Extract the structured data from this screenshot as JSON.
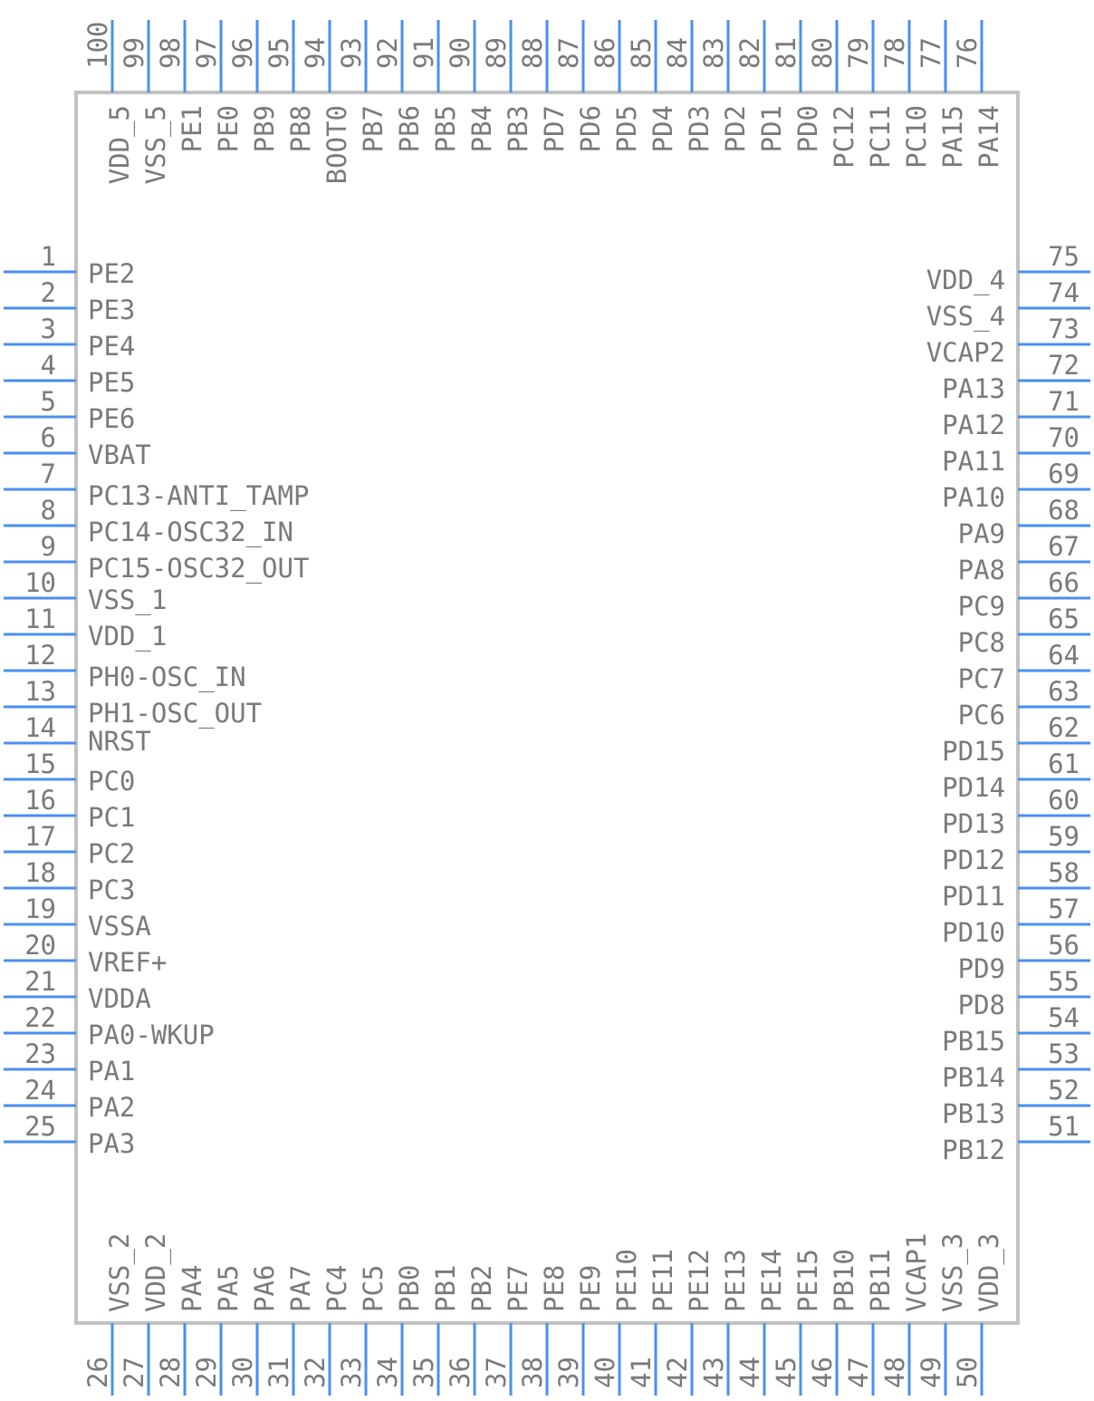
{
  "diagram": {
    "type": "ic-pinout",
    "left_pins": [
      {
        "number": "1",
        "name": "PE2"
      },
      {
        "number": "2",
        "name": "PE3"
      },
      {
        "number": "3",
        "name": "PE4"
      },
      {
        "number": "4",
        "name": "PE5"
      },
      {
        "number": "5",
        "name": "PE6"
      },
      {
        "number": "6",
        "name": "VBAT"
      },
      {
        "number": "7",
        "name": "PC13-ANTI_TAMP"
      },
      {
        "number": "8",
        "name": "PC14-OSC32_IN"
      },
      {
        "number": "9",
        "name": "PC15-OSC32_OUT"
      },
      {
        "number": "10",
        "name": "VSS_1"
      },
      {
        "number": "11",
        "name": "VDD_1"
      },
      {
        "number": "12",
        "name": "PH0-OSC_IN"
      },
      {
        "number": "13",
        "name": "PH1-OSC_OUT"
      },
      {
        "number": "14",
        "name": "NRST"
      },
      {
        "number": "15",
        "name": "PC0"
      },
      {
        "number": "16",
        "name": "PC1"
      },
      {
        "number": "17",
        "name": "PC2"
      },
      {
        "number": "18",
        "name": "PC3"
      },
      {
        "number": "19",
        "name": "VSSA"
      },
      {
        "number": "20",
        "name": "VREF+"
      },
      {
        "number": "21",
        "name": "VDDA"
      },
      {
        "number": "22",
        "name": "PA0-WKUP"
      },
      {
        "number": "23",
        "name": "PA1"
      },
      {
        "number": "24",
        "name": "PA2"
      },
      {
        "number": "25",
        "name": "PA3"
      }
    ],
    "right_pins": [
      {
        "number": "75",
        "name": "VDD_4"
      },
      {
        "number": "74",
        "name": "VSS_4"
      },
      {
        "number": "73",
        "name": "VCAP2"
      },
      {
        "number": "72",
        "name": "PA13"
      },
      {
        "number": "71",
        "name": "PA12"
      },
      {
        "number": "70",
        "name": "PA11"
      },
      {
        "number": "69",
        "name": "PA10"
      },
      {
        "number": "68",
        "name": "PA9"
      },
      {
        "number": "67",
        "name": "PA8"
      },
      {
        "number": "66",
        "name": "PC9"
      },
      {
        "number": "65",
        "name": "PC8"
      },
      {
        "number": "64",
        "name": "PC7"
      },
      {
        "number": "63",
        "name": "PC6"
      },
      {
        "number": "62",
        "name": "PD15"
      },
      {
        "number": "61",
        "name": "PD14"
      },
      {
        "number": "60",
        "name": "PD13"
      },
      {
        "number": "59",
        "name": "PD12"
      },
      {
        "number": "58",
        "name": "PD11"
      },
      {
        "number": "57",
        "name": "PD10"
      },
      {
        "number": "56",
        "name": "PD9"
      },
      {
        "number": "55",
        "name": "PD8"
      },
      {
        "number": "54",
        "name": "PB15"
      },
      {
        "number": "53",
        "name": "PB14"
      },
      {
        "number": "52",
        "name": "PB13"
      },
      {
        "number": "51",
        "name": "PB12"
      }
    ],
    "top_pins": [
      {
        "number": "100",
        "name": "VDD_5"
      },
      {
        "number": "99",
        "name": "VSS_5"
      },
      {
        "number": "98",
        "name": "PE1"
      },
      {
        "number": "97",
        "name": "PE0"
      },
      {
        "number": "96",
        "name": "PB9"
      },
      {
        "number": "95",
        "name": "PB8"
      },
      {
        "number": "94",
        "name": "BOOT0"
      },
      {
        "number": "93",
        "name": "PB7"
      },
      {
        "number": "92",
        "name": "PB6"
      },
      {
        "number": "91",
        "name": "PB5"
      },
      {
        "number": "90",
        "name": "PB4"
      },
      {
        "number": "89",
        "name": "PB3"
      },
      {
        "number": "88",
        "name": "PD7"
      },
      {
        "number": "87",
        "name": "PD6"
      },
      {
        "number": "86",
        "name": "PD5"
      },
      {
        "number": "85",
        "name": "PD4"
      },
      {
        "number": "84",
        "name": "PD3"
      },
      {
        "number": "83",
        "name": "PD2"
      },
      {
        "number": "82",
        "name": "PD1"
      },
      {
        "number": "81",
        "name": "PD0"
      },
      {
        "number": "80",
        "name": "PC12"
      },
      {
        "number": "79",
        "name": "PC11"
      },
      {
        "number": "78",
        "name": "PC10"
      },
      {
        "number": "77",
        "name": "PA15"
      },
      {
        "number": "76",
        "name": "PA14"
      }
    ],
    "bottom_pins": [
      {
        "number": "26",
        "name": "VSS_2"
      },
      {
        "number": "27",
        "name": "VDD_2"
      },
      {
        "number": "28",
        "name": "PA4"
      },
      {
        "number": "29",
        "name": "PA5"
      },
      {
        "number": "30",
        "name": "PA6"
      },
      {
        "number": "31",
        "name": "PA7"
      },
      {
        "number": "32",
        "name": "PC4"
      },
      {
        "number": "33",
        "name": "PC5"
      },
      {
        "number": "34",
        "name": "PB0"
      },
      {
        "number": "35",
        "name": "PB1"
      },
      {
        "number": "36",
        "name": "PB2"
      },
      {
        "number": "37",
        "name": "PE7"
      },
      {
        "number": "38",
        "name": "PE8"
      },
      {
        "number": "39",
        "name": "PE9"
      },
      {
        "number": "40",
        "name": "PE10"
      },
      {
        "number": "41",
        "name": "PE11"
      },
      {
        "number": "42",
        "name": "PE12"
      },
      {
        "number": "43",
        "name": "PE13"
      },
      {
        "number": "44",
        "name": "PE14"
      },
      {
        "number": "45",
        "name": "PE15"
      },
      {
        "number": "46",
        "name": "PB10"
      },
      {
        "number": "47",
        "name": "PB11"
      },
      {
        "number": "48",
        "name": "VCAP1"
      },
      {
        "number": "49",
        "name": "VSS_3"
      },
      {
        "number": "50",
        "name": "VDD_3"
      }
    ],
    "colors": {
      "pin_line": "#4a8ff0",
      "body_outline": "#c2c2c2",
      "text": "#7a7a7a"
    }
  }
}
